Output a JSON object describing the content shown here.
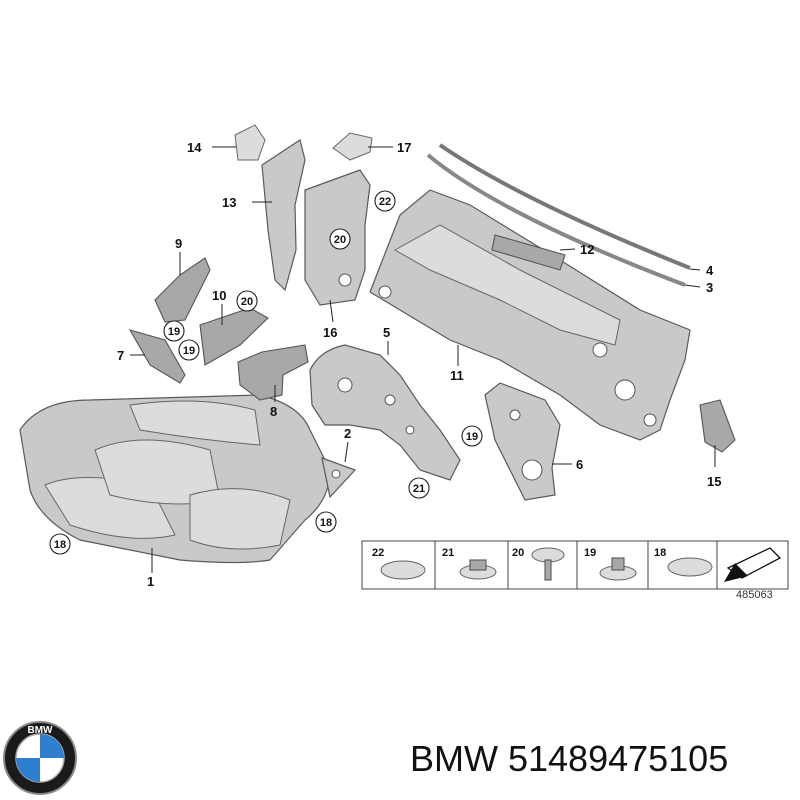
{
  "diagram": {
    "reference_number": "485063",
    "callouts": [
      "1",
      "2",
      "3",
      "4",
      "5",
      "6",
      "7",
      "8",
      "9",
      "10",
      "11",
      "12",
      "13",
      "14",
      "15",
      "16",
      "17"
    ],
    "circled_callouts": [
      "18",
      "19",
      "20",
      "21",
      "22"
    ],
    "fastener_legend": [
      {
        "number": "22"
      },
      {
        "number": "21"
      },
      {
        "number": "20"
      },
      {
        "number": "19"
      },
      {
        "number": "18"
      }
    ]
  },
  "brand": {
    "logo_text": "BMW",
    "caption": "BMW 51489475105"
  },
  "colors": {
    "part_fill": "#c9c9c9",
    "part_stroke": "#5a5a5a",
    "logo_blue": "#2f7fd0"
  }
}
